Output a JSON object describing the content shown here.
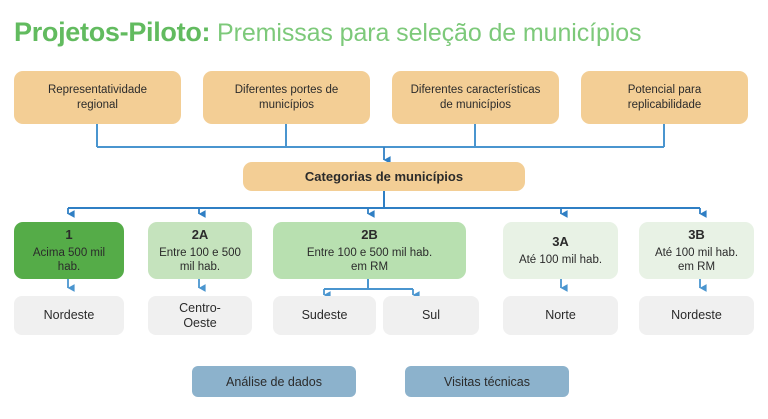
{
  "title": {
    "strong": "Projetos-Piloto:",
    "rest": " Premissas para seleção de municípios",
    "color_strong": "#62bb5f",
    "color_rest": "#7dc97a"
  },
  "colors": {
    "premise_box": "#f3ce95",
    "hub_box": "#f3ce95",
    "category_1": "#55ac48",
    "category_2a": "#c5e3bd",
    "category_2b": "#b8e0b0",
    "category_3a": "#e8f2e5",
    "category_3b": "#e8f2e5",
    "region_box": "#f0f0f0",
    "action_box": "#8cb2cc",
    "connector_line": "#3a86c8",
    "connector_line_light": "#5a9fd4"
  },
  "premises": [
    {
      "line1": "Representatividade",
      "line2": "regional"
    },
    {
      "line1": "Diferentes portes de",
      "line2": "municípios"
    },
    {
      "line1": "Diferentes características",
      "line2": "de municípios"
    },
    {
      "line1": "Potencial para",
      "line2": "replicabilidade"
    }
  ],
  "hub": {
    "label": "Categorias de municípios"
  },
  "categories": [
    {
      "code": "1",
      "desc_line1": "Acima 500 mil",
      "desc_line2": "hab.",
      "desc_line3": ""
    },
    {
      "code": "2A",
      "desc_line1": "Entre 100 e 500",
      "desc_line2": "mil hab.",
      "desc_line3": ""
    },
    {
      "code": "2B",
      "desc_line1": "Entre 100 e 500 mil hab.",
      "desc_line2": "em RM",
      "desc_line3": ""
    },
    {
      "code": "3A",
      "desc_line1": "Até 100 mil hab.",
      "desc_line2": "",
      "desc_line3": ""
    },
    {
      "code": "3B",
      "desc_line1": "Até 100 mil hab.",
      "desc_line2": "em RM",
      "desc_line3": ""
    }
  ],
  "regions": [
    {
      "line1": "Nordeste",
      "line2": ""
    },
    {
      "line1": "Centro-",
      "line2": "Oeste"
    },
    {
      "line1": "Sudeste",
      "line2": ""
    },
    {
      "line1": "Sul",
      "line2": ""
    },
    {
      "line1": "Norte",
      "line2": ""
    },
    {
      "line1": "Nordeste",
      "line2": ""
    }
  ],
  "actions": [
    {
      "label": "Análise de dados"
    },
    {
      "label": "Visitas técnicas"
    }
  ]
}
